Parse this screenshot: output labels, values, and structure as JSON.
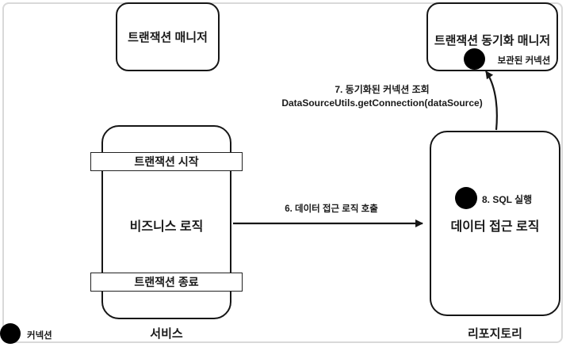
{
  "colors": {
    "stroke": "#161616",
    "frame_border": "#d9d9d9",
    "node_fill": "#ffffff",
    "dot_fill": "#000000"
  },
  "boxes": {
    "transaction_manager": {
      "title": "트랜잭션 매니저"
    },
    "sync_manager": {
      "title": "트랜잭션 동기화 매니저",
      "stored_connection_label": "보관된 커넥션"
    },
    "service": {
      "transaction_start": "트랜잭션 시작",
      "business_logic": "비즈니스 로직",
      "transaction_end": "트랜잭션 종료",
      "caption": "서비스"
    },
    "repository": {
      "sql_step_label": "8. SQL 실행",
      "data_access_logic": "데이터 접근 로직",
      "caption": "리포지토리"
    }
  },
  "arrows": {
    "data_access_call": {
      "label": "6. 데이터 접근 로직 호출"
    },
    "connection_lookup": {
      "label_line1": "7. 동기화된 커넥션 조회",
      "label_line2": "DataSourceUtils.getConnection(dataSource)"
    }
  },
  "legend": {
    "connection_label": "커넥션"
  }
}
